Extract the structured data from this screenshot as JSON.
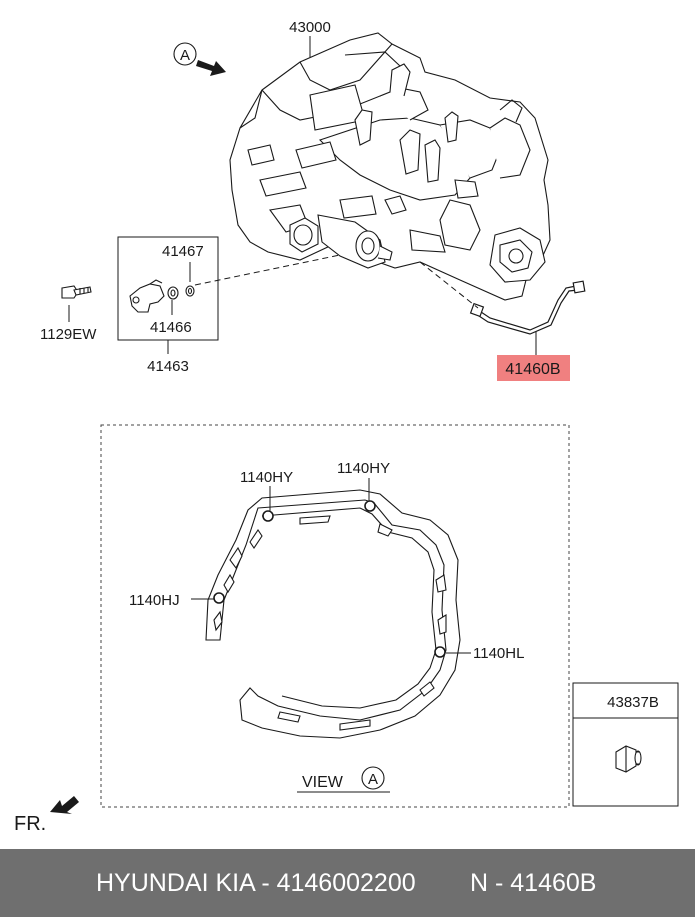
{
  "callouts": {
    "transaxle": "43000",
    "view_marker": "A",
    "bracket_part": "41467",
    "bolt": "1129EW",
    "bracket_sub": "41466",
    "bracket_assy": "41463",
    "highlighted_part": "41460B",
    "bolt_top_left": "1140HY",
    "bolt_top_right": "1140HY",
    "bolt_left": "1140HJ",
    "bolt_right": "1140HL",
    "plug": "43837B",
    "view_label": "VIEW",
    "view_label_marker": "A",
    "front": "FR."
  },
  "footer": {
    "brand": "HYUNDAI  KIA - 4146002200",
    "part": "N - 41460B"
  },
  "colors": {
    "highlight": "#f08080",
    "footer_bg": "#6f6f6f",
    "line": "#1a1a1a"
  }
}
